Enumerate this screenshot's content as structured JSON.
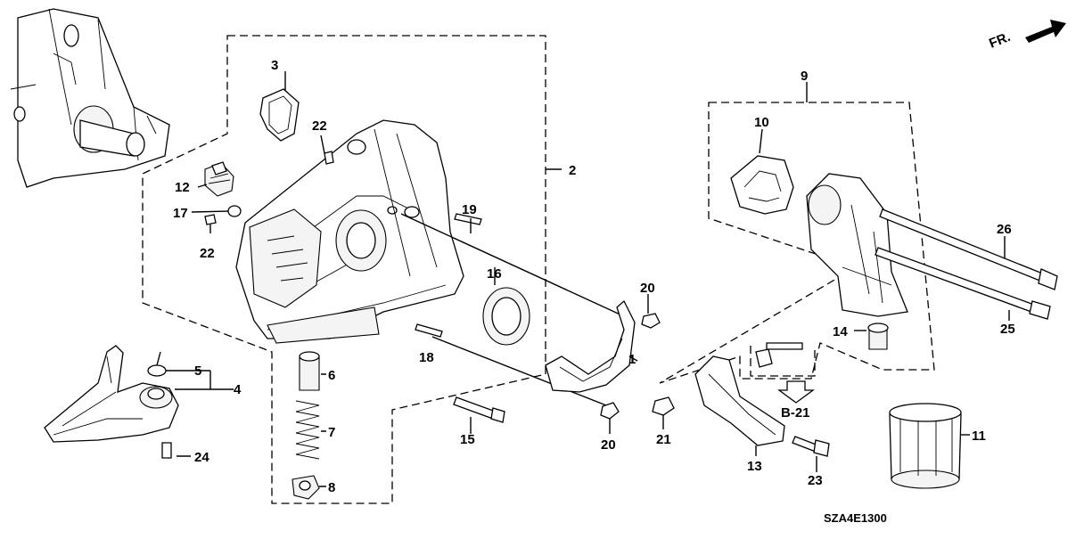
{
  "diagram": {
    "direction_label": "FR.",
    "code": "SZA4E1300",
    "ref_label": "B-21",
    "callouts": [
      "1",
      "2",
      "3",
      "4",
      "5",
      "6",
      "7",
      "8",
      "9",
      "10",
      "11",
      "12",
      "13",
      "14",
      "15",
      "16",
      "17",
      "18",
      "19",
      "20",
      "20",
      "21",
      "22",
      "22",
      "23",
      "24",
      "25",
      "26"
    ]
  }
}
